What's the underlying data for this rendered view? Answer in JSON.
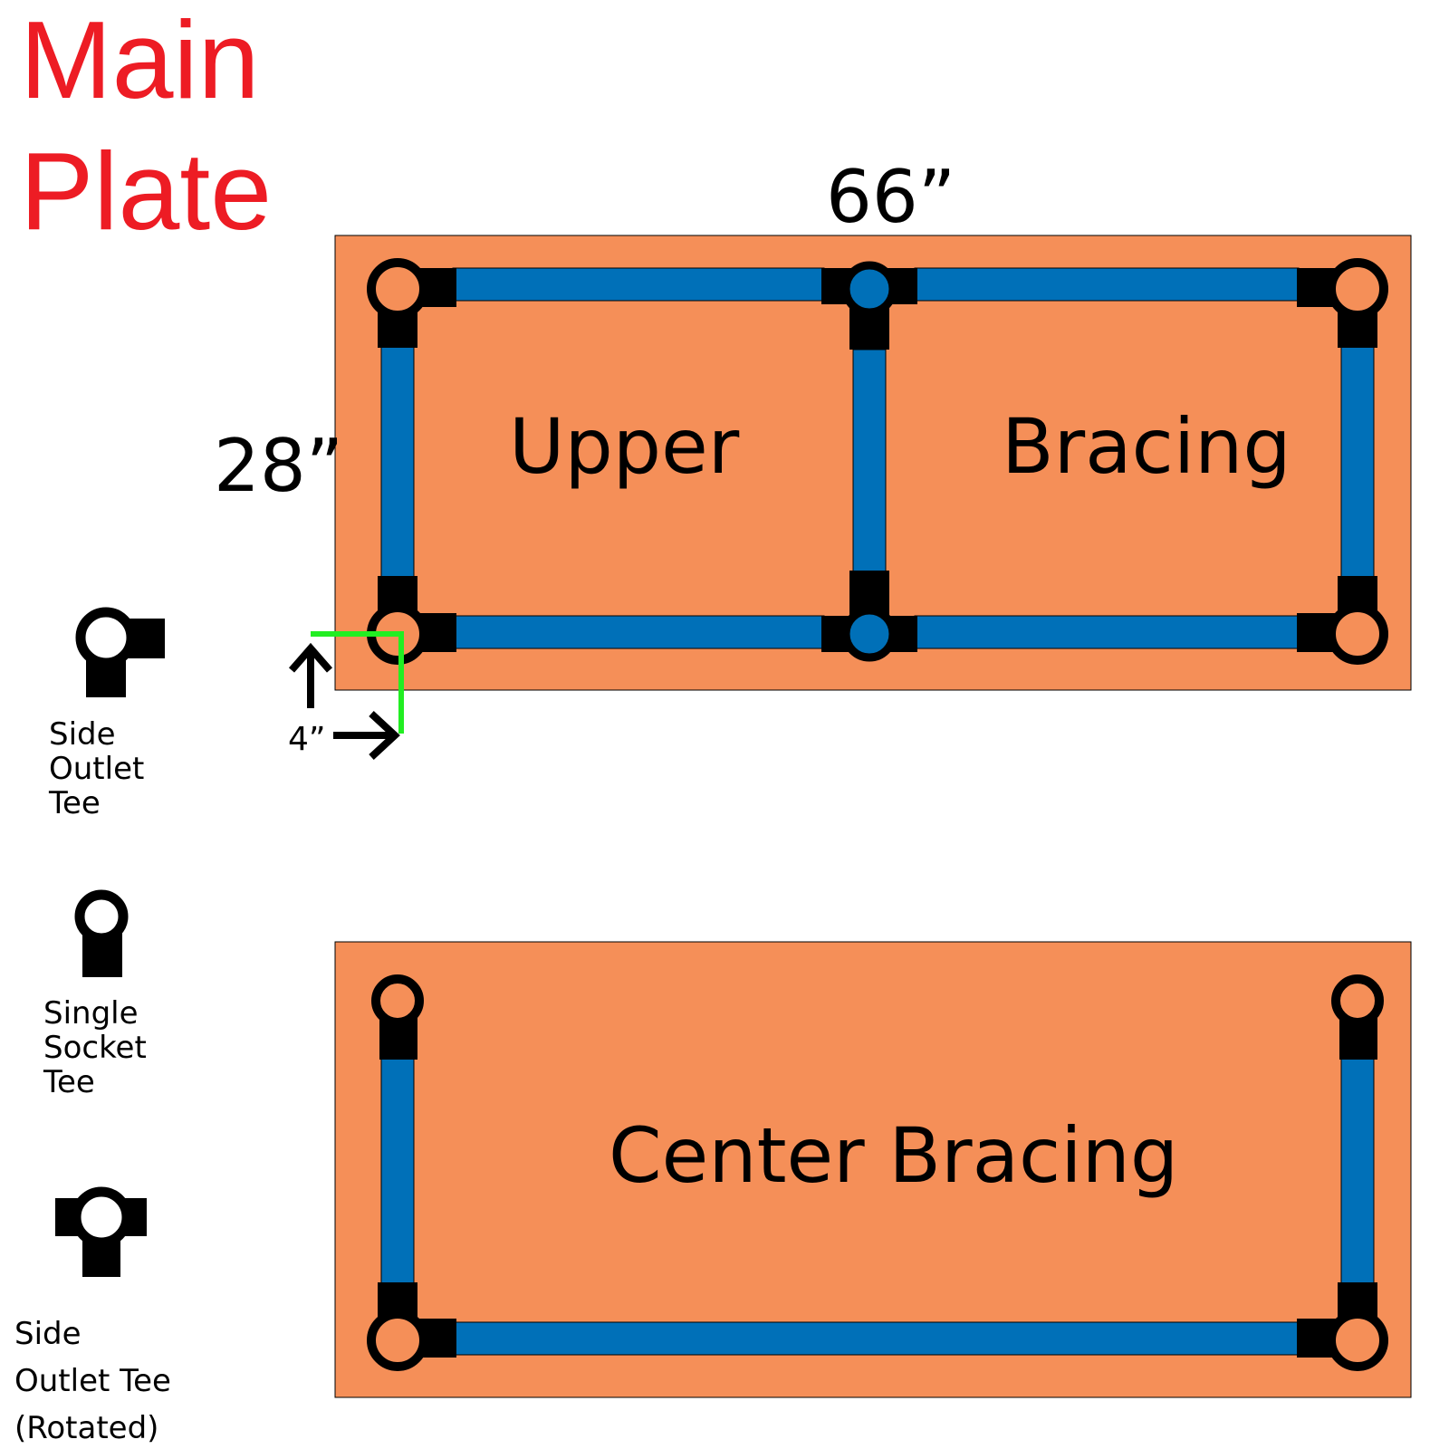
{
  "title": {
    "line1": "Main",
    "line2": "Plate"
  },
  "dimensions": {
    "width": "66”",
    "height": "28”",
    "offset": "4”"
  },
  "plates": {
    "upper": {
      "label_left": "Upper",
      "label_right": "Bracing"
    },
    "center": {
      "label": "Center Bracing"
    }
  },
  "legend": {
    "side_outlet_tee": {
      "line1": "Side",
      "line2": "Outlet",
      "line3": "Tee",
      "icon": "side-outlet-tee-icon"
    },
    "single_socket_tee": {
      "line1": "Single",
      "line2": "Socket",
      "line3": "Tee",
      "icon": "single-socket-tee-icon"
    },
    "side_outlet_tee_rotated": {
      "line1": "Side",
      "line2": "Outlet Tee",
      "line3": "(Rotated)",
      "icon": "side-outlet-tee-rotated-icon"
    }
  },
  "colors": {
    "title": "#ed1c24",
    "plate": "#f58f58",
    "pipe": "#0070b8",
    "fitting": "#000000",
    "offset_guide": "#22ee22",
    "text": "#000000"
  }
}
